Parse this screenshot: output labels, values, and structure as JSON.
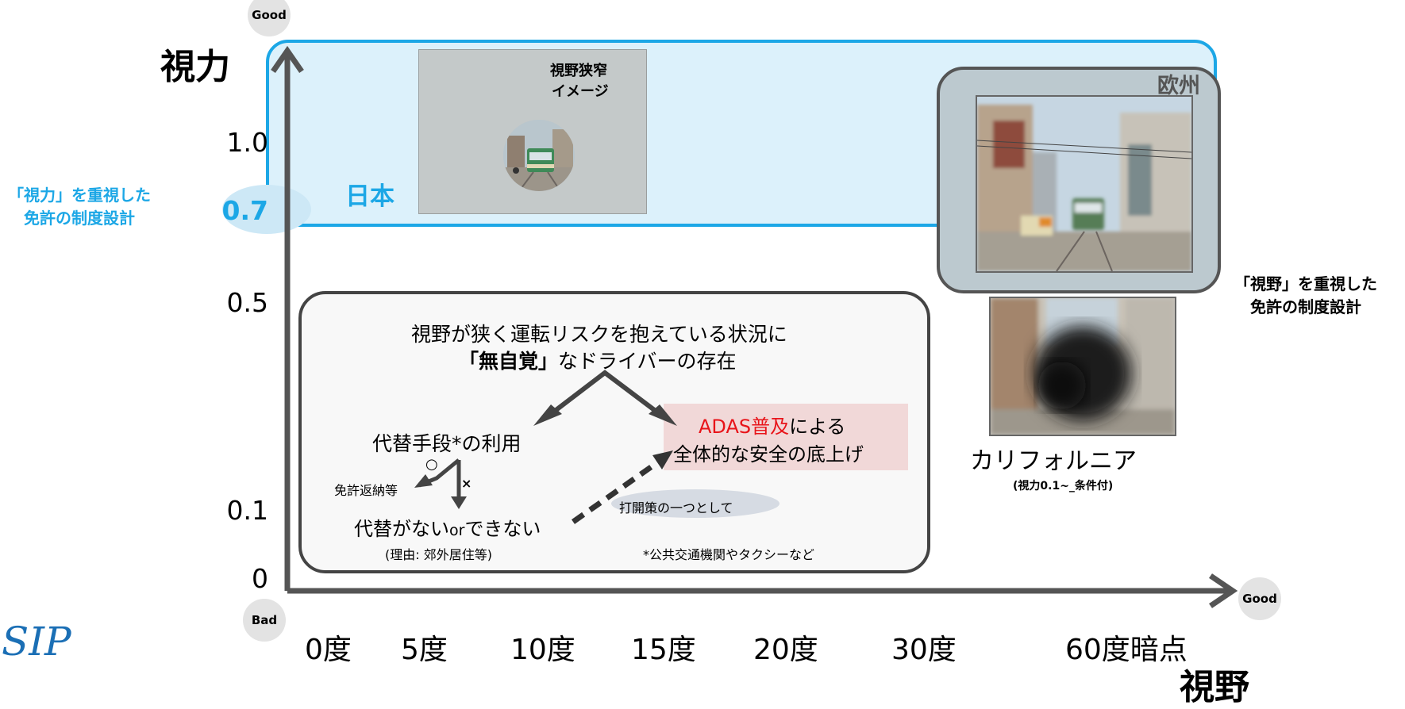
{
  "axis": {
    "y_title": "視力",
    "x_title": "視野",
    "y_good": "Good",
    "x_good": "Good",
    "origin_bad": "Bad",
    "y_ticks": [
      "1.0",
      "0.7",
      "0.5",
      "0.1",
      "0"
    ],
    "x_ticks": [
      "0度",
      "5度",
      "10度",
      "15度",
      "20度",
      "30度",
      "60度暗点"
    ]
  },
  "regions": {
    "japan": "日本",
    "europe": "欧州",
    "california": "カリフォルニア",
    "california_note": "(視力0.1~_条件付)"
  },
  "narrowing_image": {
    "caption_line1": "視野狭窄",
    "caption_line2": "イメージ"
  },
  "side_labels": {
    "acuity_line1": "「視力」を重視した",
    "acuity_line2": "免許の制度設計",
    "field_line1": "「視野」を重視した",
    "field_line2": "免許の制度設計"
  },
  "risk_box": {
    "line1": "視野が狭く運転リスクを抱えている状況に",
    "line2_quote_open": "「",
    "line2_bold": "無自覚",
    "line2_quote_close": "」",
    "line2_rest": "なドライバーの存在",
    "alt_use": "代替手段*の利用",
    "circle_mark": "○",
    "cross_mark": "×",
    "surrender": "免許返納等",
    "no_alt_a": "代替がない",
    "no_alt_b": "or",
    "no_alt_c": "できない",
    "no_alt_reason": "(理由: 郊外居住等)",
    "measure": "打開策の一つとして",
    "adas_red": "ADAS普及",
    "adas_rest": "による",
    "adas_line2": "全体的な安全の底上げ",
    "footnote": "*公共交通機関やタクシーなど"
  },
  "colors": {
    "accent_blue": "#1ca7e6",
    "band_fill": "#dcf1fb",
    "adas_fill": "#f1d8d8",
    "adas_red": "#e8141a"
  },
  "logo": "SIP"
}
